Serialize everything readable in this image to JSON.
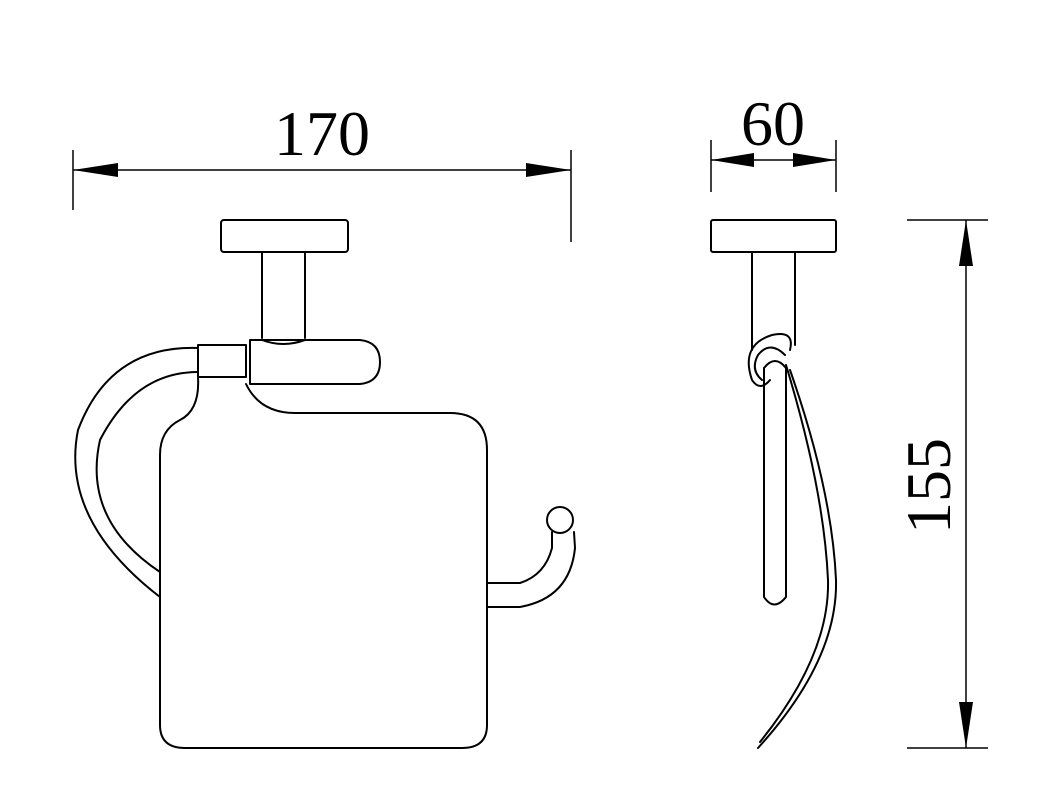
{
  "dimensions": {
    "width": "170",
    "depth": "60",
    "height": "155"
  },
  "colors": {
    "line": "#000000",
    "background": "#ffffff"
  }
}
